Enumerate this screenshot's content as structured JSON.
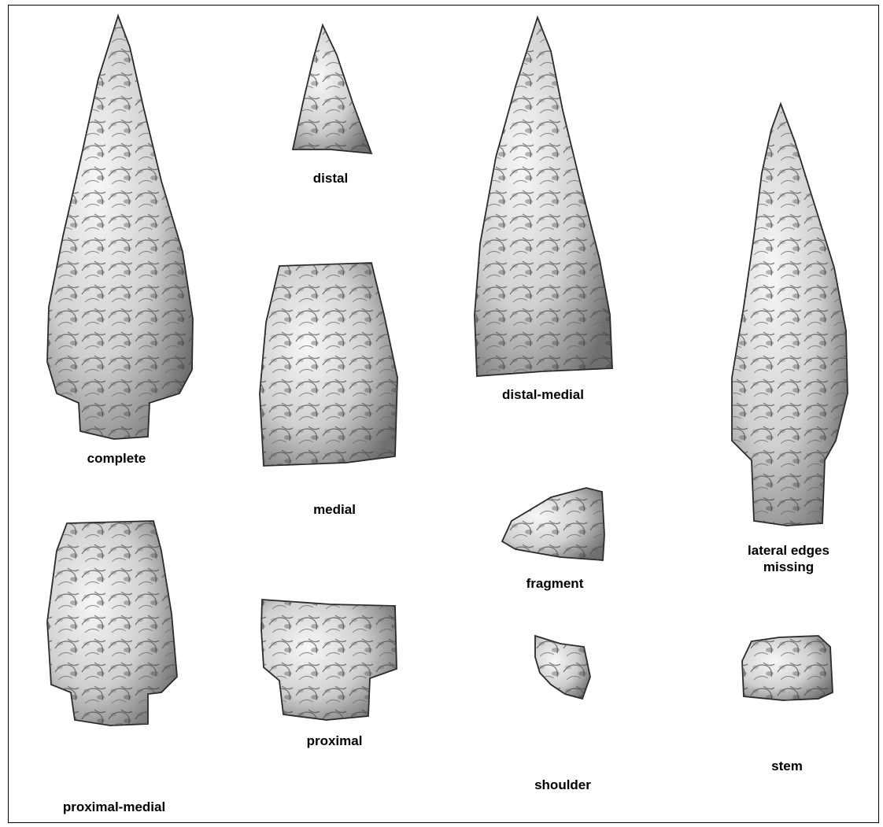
{
  "labels": {
    "complete": "complete",
    "distal": "distal",
    "medial": "medial",
    "distal_medial": "distal-medial",
    "lateral_edges_missing": "lateral edges\nmissing",
    "fragment": "fragment",
    "proximal_medial": "proximal-medial",
    "proximal": "proximal",
    "shoulder": "shoulder",
    "stem": "stem"
  },
  "colors": {
    "outline": "#2a2a2a",
    "flake_dark": "#4a4a4a",
    "flake_mid": "#9a9a9a",
    "flake_light": "#e8e8e8"
  }
}
